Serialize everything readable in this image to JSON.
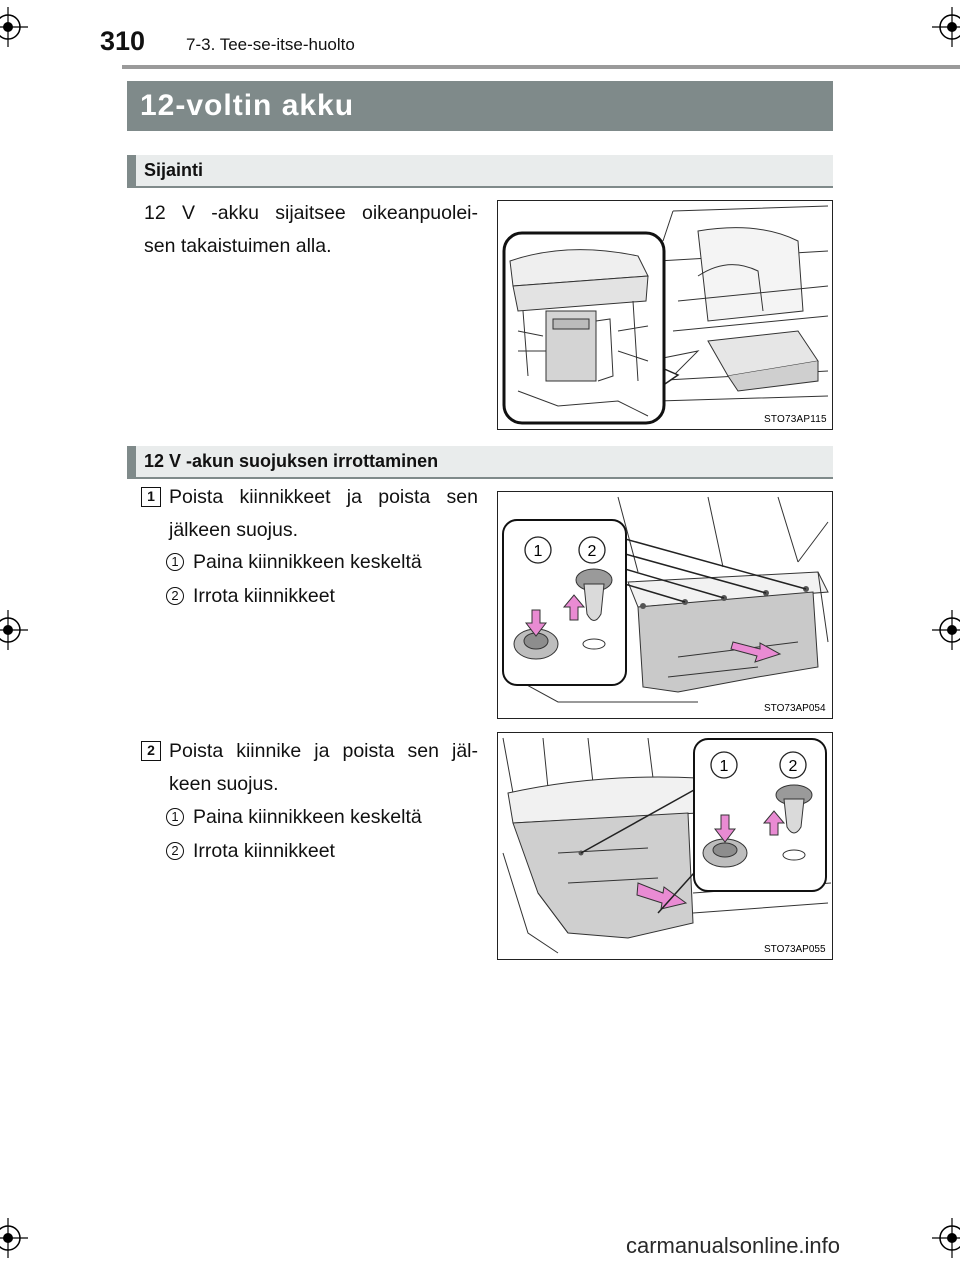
{
  "header": {
    "page_number": "310",
    "chapter": "7-3. Tee-se-itse-huolto"
  },
  "title": "12-voltin akku",
  "section1": {
    "heading": "Sijainti",
    "text": "12 V -akku sijaitsee oikeanpuolei-sen takaistuimen alla.",
    "text_line1": "12 V -akku sijaitsee oikeanpuolei-",
    "text_line2": "sen takaistuimen alla.",
    "figure_code": "STO73AP115"
  },
  "section2": {
    "heading": "12 V -akun suojuksen irrottaminen",
    "steps": [
      {
        "number": "1",
        "line1": "Poista kiinnikkeet ja poista sen",
        "line2": "jälkeen suojus.",
        "substeps": [
          {
            "number": "1",
            "text": "Paina kiinnikkeen keskeltä"
          },
          {
            "number": "2",
            "text": "Irrota kiinnikkeet"
          }
        ],
        "figure_code": "STO73AP054"
      },
      {
        "number": "2",
        "line1": "Poista kiinnike ja poista sen jäl-",
        "line2": "keen suojus.",
        "substeps": [
          {
            "number": "1",
            "text": "Paina kiinnikkeen keskeltä"
          },
          {
            "number": "2",
            "text": "Irrota kiinnikkeet"
          }
        ],
        "figure_code": "STO73AP055"
      }
    ]
  },
  "figure_labels": {
    "one": "1",
    "two": "2"
  },
  "colors": {
    "title_bar": "#7f8a8a",
    "subhead_bg": "#e9ecec",
    "arrow_pink": "#e98bd3"
  },
  "watermark": "carmanualsonline.info"
}
